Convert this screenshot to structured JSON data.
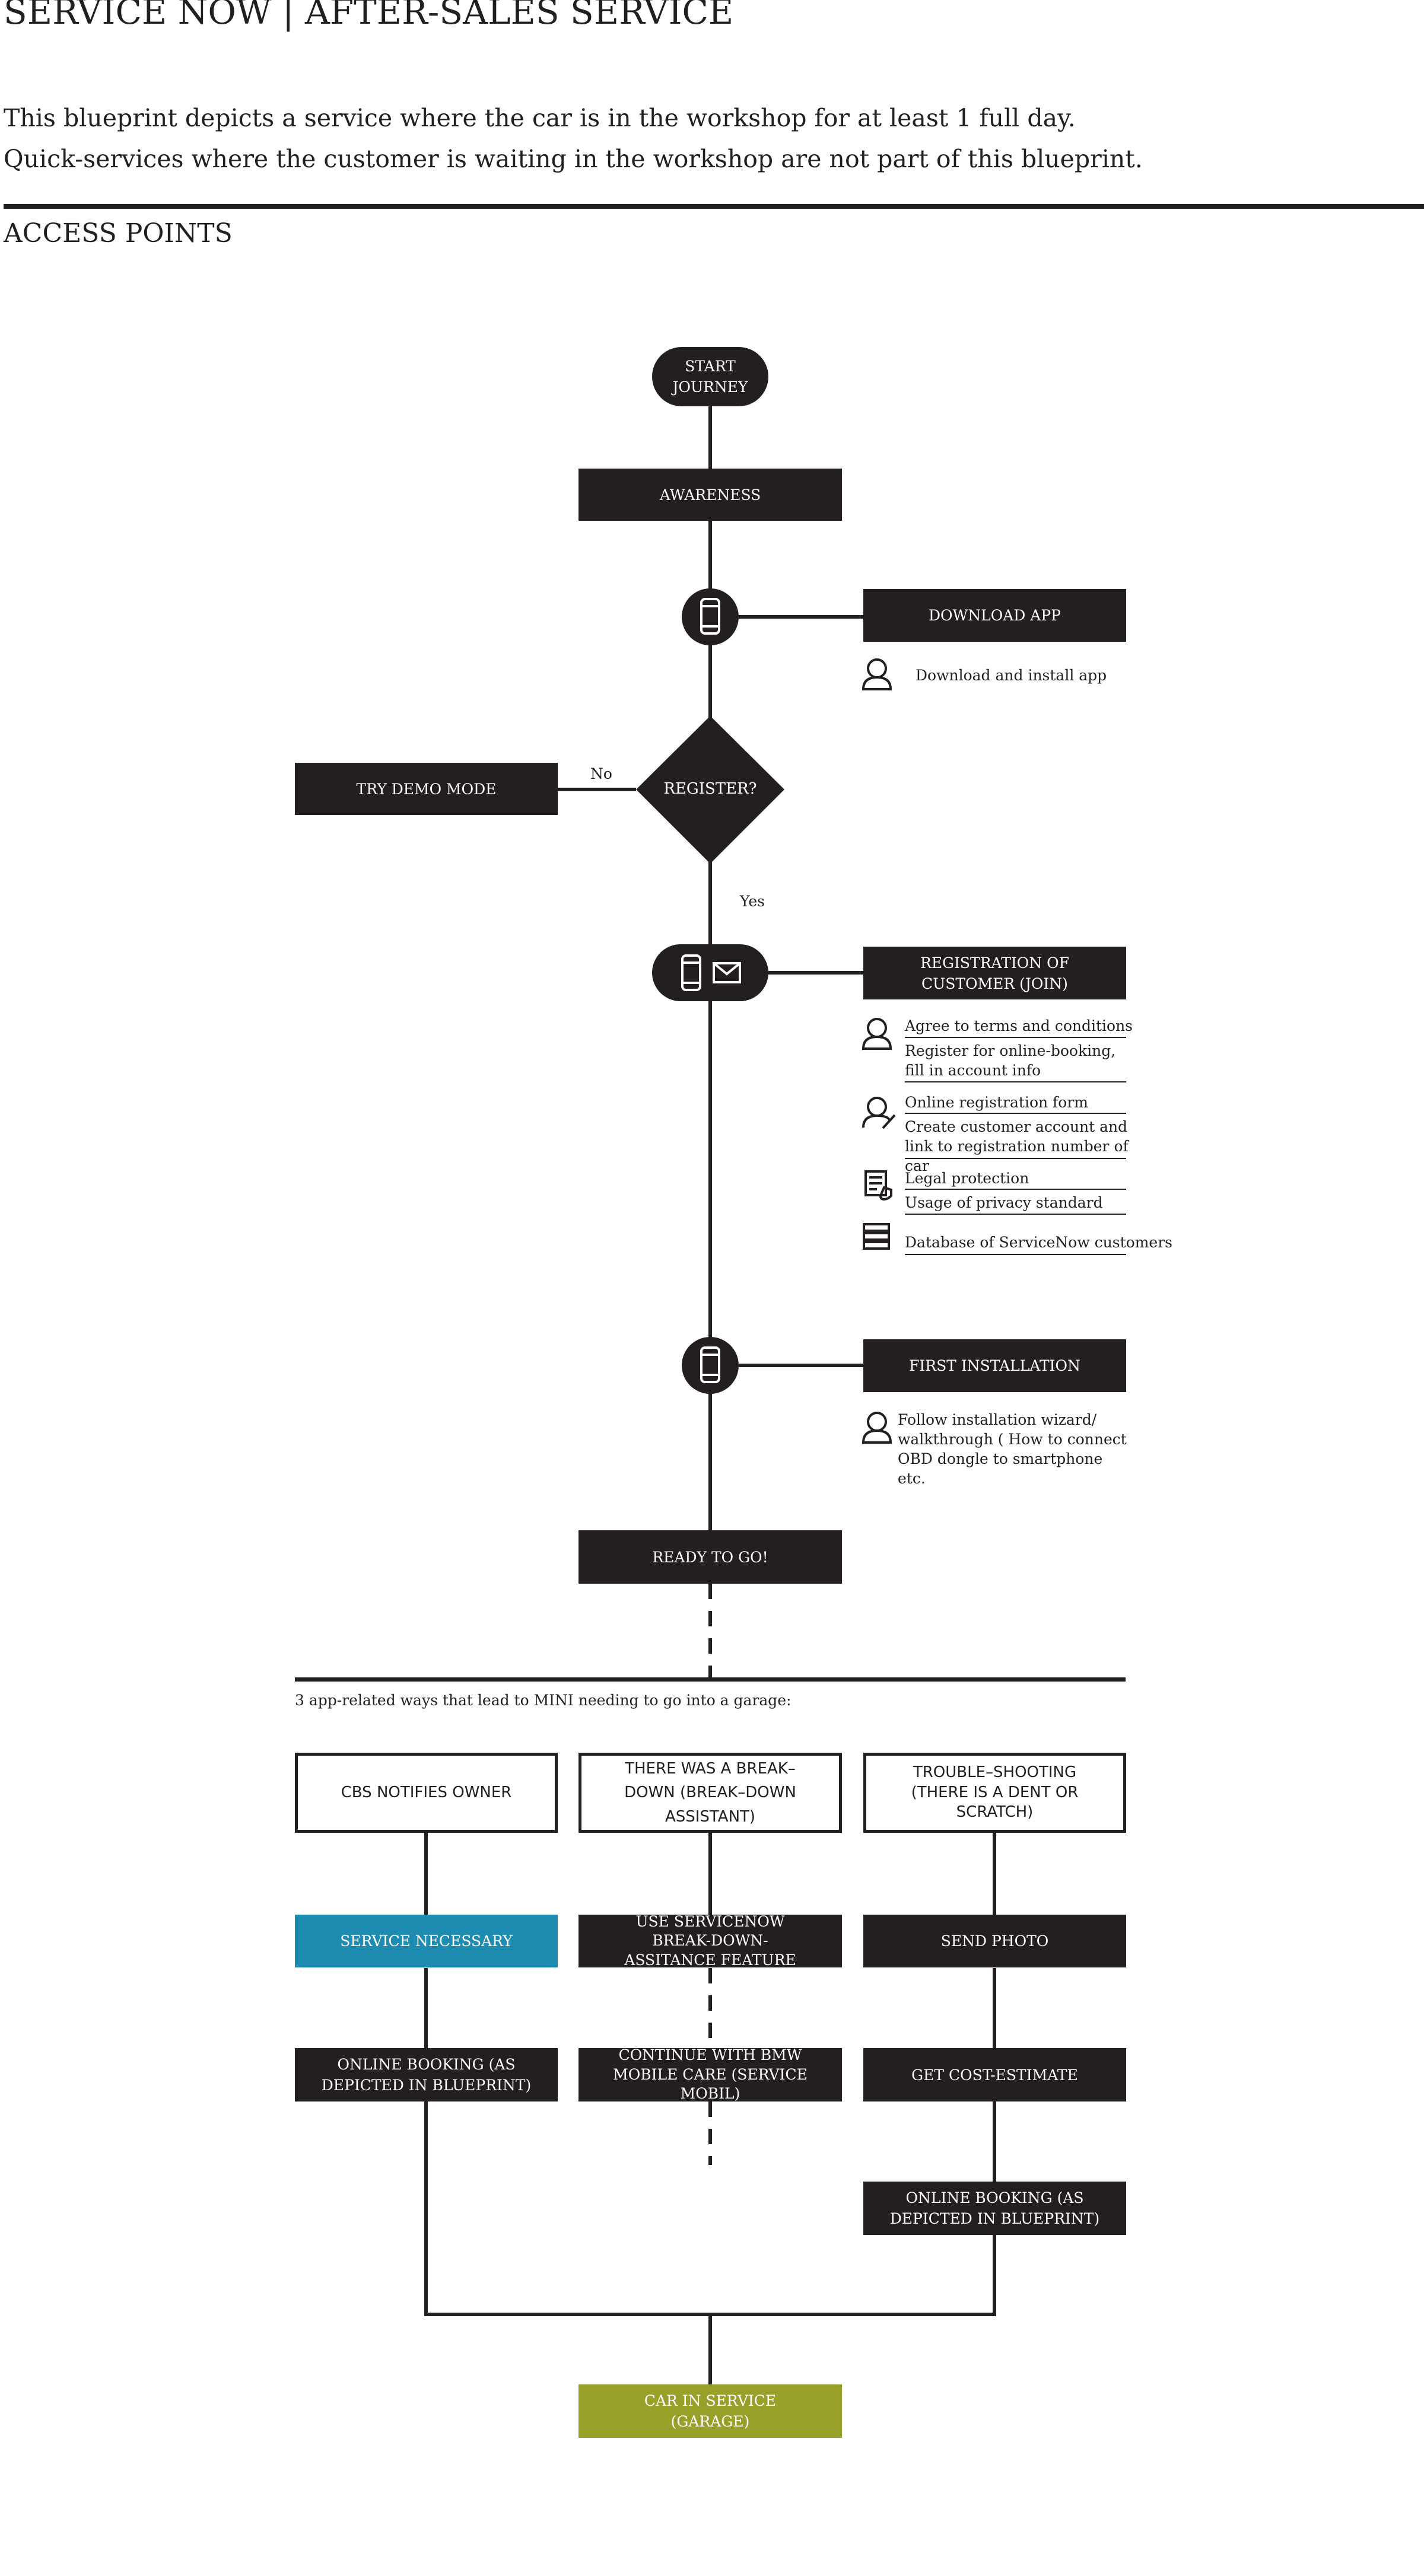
{
  "header": {
    "title": "SERVICE NOW | AFTER-SALES SERVICE",
    "intro_line_1": "This blueprint depicts a service where the car is in the workshop for at least 1 full day.",
    "intro_line_2": "Quick-services where the customer is waiting in the workshop are not part of this blueprint.",
    "section_title": "ACCESS POINTS"
  },
  "flow": {
    "start": "START JOURNEY",
    "awareness": "AWARENESS",
    "download_app": "DOWNLOAD APP",
    "download_note": "Download and install app",
    "register_question": "REGISTER?",
    "no_label": "No",
    "yes_label": "Yes",
    "try_demo": "TRY DEMO MODE",
    "registration": "REGISTRATION OF CUSTOMER (JOIN)",
    "registration_notes": {
      "agree": "Agree to terms and conditions",
      "register_online": "Register for online-booking, fill in account info",
      "online_form": "Online registration form",
      "create_account": "Create customer account and link to registration number of car",
      "legal": "Legal protection",
      "privacy": "Usage of privacy standard",
      "database": "Database of ServiceNow customers"
    },
    "first_installation": "FIRST INSTALLATION",
    "installation_note": "Follow installation wizard/ walkthrough ( How to connect OBD dongle to smartphone etc.",
    "ready": "READY TO GO!",
    "ways_caption": "3 app-related ways that lead to MINI needing to go into a garage:",
    "branch_cbs": "CBS NOTIFIES OWNER",
    "branch_breakdown": "THERE WAS A BREAK–DOWN (BREAK–DOWN ASSISTANT)",
    "branch_trouble": "TROUBLE–SHOOTING (THERE IS A DENT OR SCRATCH)",
    "service_necessary": "SERVICE NECESSARY",
    "use_breakdown_feature": "USE SERVICENOW BREAK-DOWN-ASSITANCE FEATURE",
    "send_photo": "SEND PHOTO",
    "online_booking_left": "ONLINE BOOKING (AS DEPICTED IN BLUEPRINT)",
    "continue_bmw": "CONTINUE WITH BMW MOBILE CARE (SERVICE MOBIL)",
    "cost_estimate": "GET COST-ESTIMATE",
    "online_booking_right": "ONLINE BOOKING (AS DEPICTED IN BLUEPRINT)",
    "car_in_service": "CAR IN SERVICE (GARAGE)"
  },
  "colors": {
    "ink": "#231f20",
    "accent_blue": "#1e8cb0",
    "accent_olive": "#97a12a",
    "background": "#ffffff"
  },
  "icons": [
    "phone-icon",
    "mail-icon",
    "user-icon",
    "user-edit-icon",
    "document-shield-icon",
    "database-icon"
  ]
}
